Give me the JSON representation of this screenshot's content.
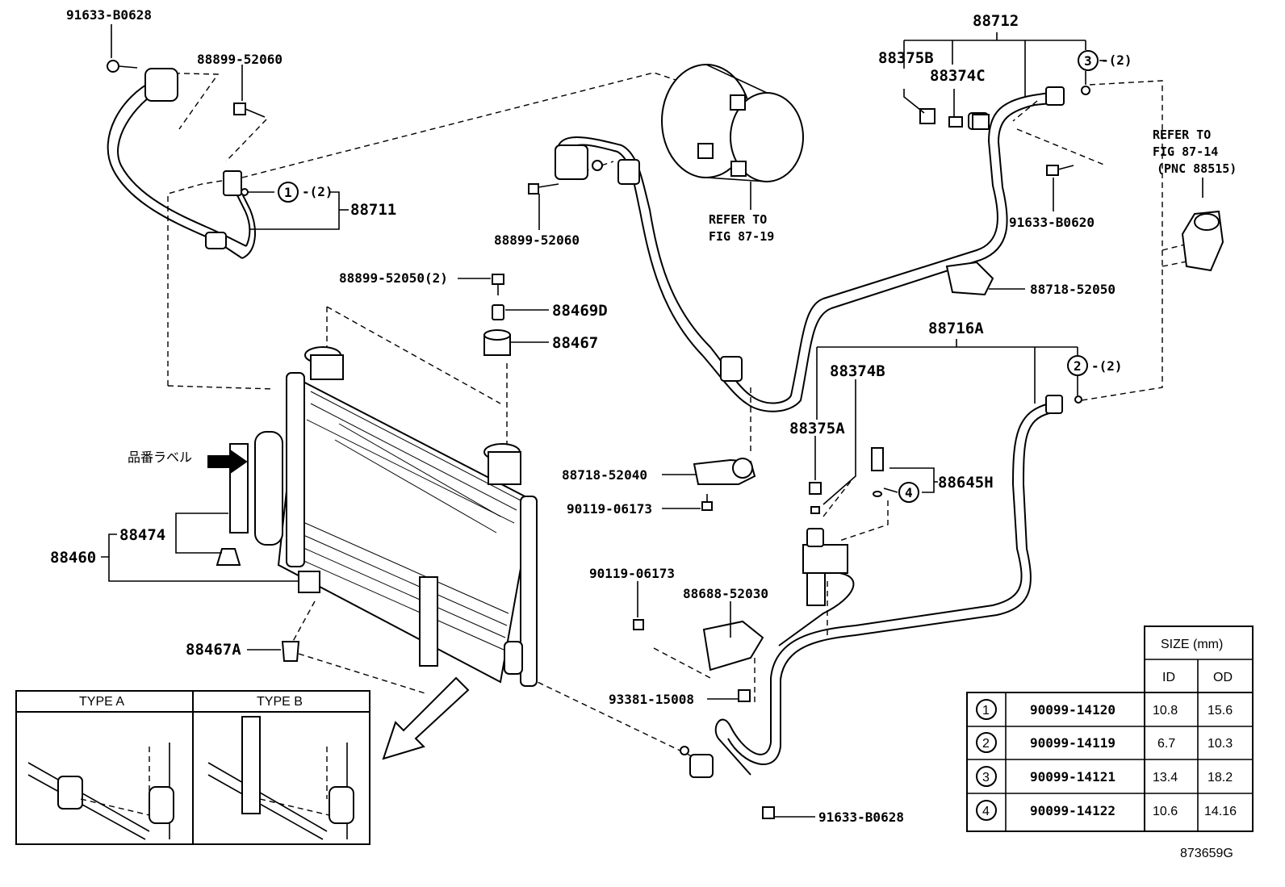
{
  "callouts": {
    "c_91633_B0628_top": "91633-B0628",
    "c_88899_52060_top": "88899-52060",
    "c_88711": "88711",
    "c_88899_52060_mid": "88899-52060",
    "c_88899_52050": "88899-52050(2)",
    "c_88469D": "88469D",
    "c_88467": "88467",
    "c_88460": "88460",
    "c_88474": "88474",
    "c_88467A": "88467A",
    "c_88712": "88712",
    "c_88375B": "88375B",
    "c_88374C": "88374C",
    "c_91633_B0620": "91633-B0620",
    "c_88718_52050": "88718-52050",
    "c_88716A": "88716A",
    "c_88374B": "88374B",
    "c_88375A": "88375A",
    "c_88645H": "88645H",
    "c_88718_52040": "88718-52040",
    "c_90119_06173_a": "90119-06173",
    "c_90119_06173_b": "90119-06173",
    "c_88688_52030": "88688-52030",
    "c_93381_15008": "93381-15008",
    "c_91633_B0628_bottom": "91633-B0628",
    "label_jp": "品番ラベル",
    "qty_1": "-(2)",
    "qty_2": "-(2)",
    "qty_3": "-(2)"
  },
  "refs": {
    "compressor_line1": "REFER TO",
    "compressor_line2": "FIG 87-19",
    "right_line1": "REFER TO",
    "right_line2": "FIG 87-14",
    "right_line3": "(PNC 88515)"
  },
  "oring_marks": [
    "1",
    "2",
    "3",
    "4"
  ],
  "types": {
    "type_a": "TYPE A",
    "type_b": "TYPE B"
  },
  "size_table": {
    "header": "SIZE (mm)",
    "col_id": "ID",
    "col_od": "OD",
    "rows": [
      {
        "mark": "1",
        "part": "90099-14120",
        "id": "10.8",
        "od": "15.6"
      },
      {
        "mark": "2",
        "part": "90099-14119",
        "id": "6.7",
        "od": "10.3"
      },
      {
        "mark": "3",
        "part": "90099-14121",
        "id": "13.4",
        "od": "18.2"
      },
      {
        "mark": "4",
        "part": "90099-14122",
        "id": "10.6",
        "od": "14.16"
      }
    ]
  },
  "figure_id": "873659G"
}
